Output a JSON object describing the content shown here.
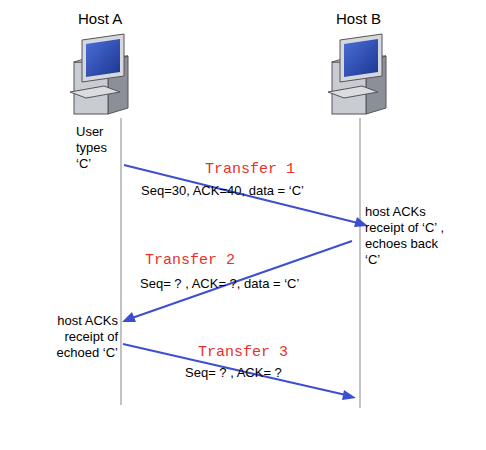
{
  "diagram": {
    "labels": [
      "Host A",
      "Host B",
      "User types ‘C’",
      "Transfer 1",
      "Seq=30, ACK=40, data = ‘C’",
      "host ACKs receipt of ‘C’ , echoes back ‘C’",
      "Transfer 2",
      "Seq= ? , ACK= ?, data = ‘C’",
      "host ACKs receipt of echoed ‘C’",
      "Transfer 3",
      "Seq= ? , ACK= ?"
    ]
  }
}
